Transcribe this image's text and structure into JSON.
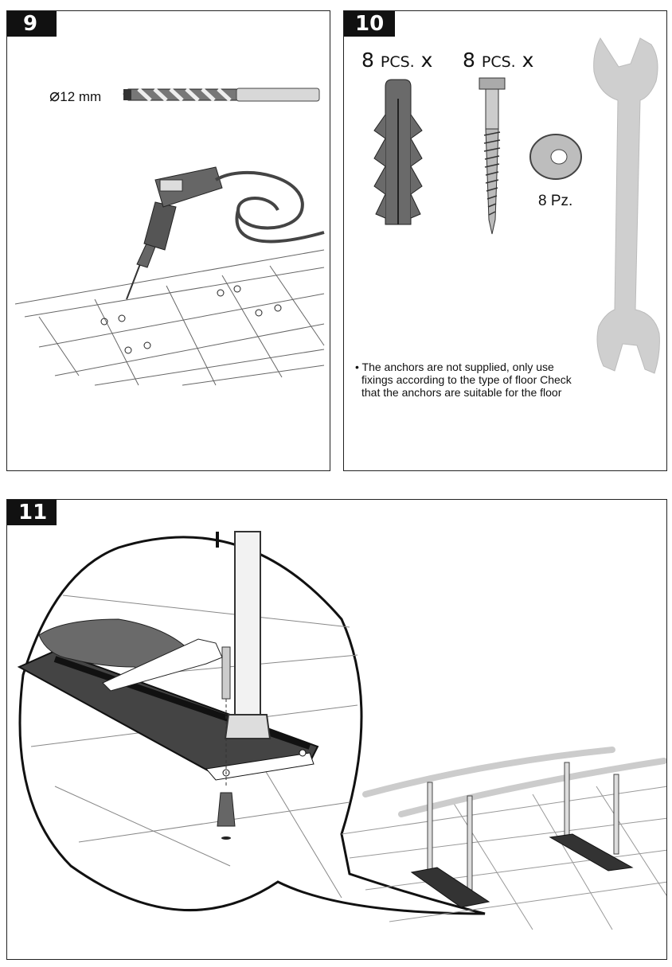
{
  "panel9": {
    "step": "9",
    "drill_bit_size": "12 mm",
    "diameter_symbol": "⌀"
  },
  "panel10": {
    "step": "10",
    "anchor_qty_number": "8",
    "anchor_qty_unit": "PCS.",
    "anchor_qty_x": "x",
    "screw_qty_number": "8",
    "screw_qty_unit": "PCS.",
    "screw_qty_x": "x",
    "washer_qty": "8 Pz.",
    "note_bullet": "•",
    "note_line1": "The anchors are not supplied, only use",
    "note_line2": "fixings according to the type of floor Check",
    "note_line3": "that the anchors are suitable for the floor"
  },
  "panel11": {
    "step": "11"
  },
  "colors": {
    "ink": "#111111",
    "steel": "#c9c9c9",
    "wrench": "#cfcfcf",
    "rail": "#e6e6e6"
  }
}
